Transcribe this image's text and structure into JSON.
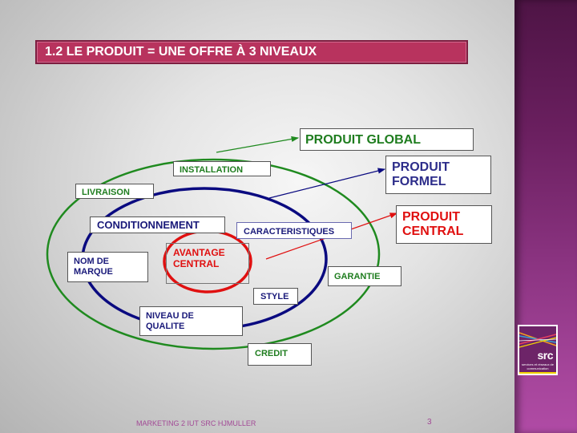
{
  "slide": {
    "title": "1.2 LE PRODUIT = UNE OFFRE À 3 NIVEAUX",
    "footer": "MARKETING 2 IUT SRC HJMULLER",
    "page_number": "3"
  },
  "logo": {
    "name": "src",
    "subtitle": "services et réseaux de communication"
  },
  "levels": {
    "global": {
      "label": "PRODUIT GLOBAL",
      "color": "#1f7d1f"
    },
    "formel": {
      "label_line1": "PRODUIT",
      "label_line2": "FORMEL",
      "color": "#2d2d8a"
    },
    "central": {
      "label_line1": "PRODUIT",
      "label_line2": "CENTRAL",
      "color": "#e01010"
    }
  },
  "outer_ring": {
    "items": {
      "installation": "INSTALLATION",
      "livraison": "LIVRAISON",
      "garantie": "GARANTIE",
      "credit": "CREDIT"
    }
  },
  "middle_ring": {
    "items": {
      "conditionnement": "CONDITIONNEMENT",
      "caracteristiques": "CARACTERISTIQUES",
      "nom_de_marque_line1": "NOM DE",
      "nom_de_marque_line2": "MARQUE",
      "style": "STYLE",
      "niveau_line1": "NIVEAU DE",
      "niveau_line2": "QUALITE"
    }
  },
  "core": {
    "line1": "AVANTAGE",
    "line2": "CENTRAL"
  },
  "colors": {
    "title_bar": "#b8335e",
    "outer": "#1f8a1f",
    "middle": "#0a0a80",
    "inner": "#e01010",
    "footer": "#a24a96"
  }
}
